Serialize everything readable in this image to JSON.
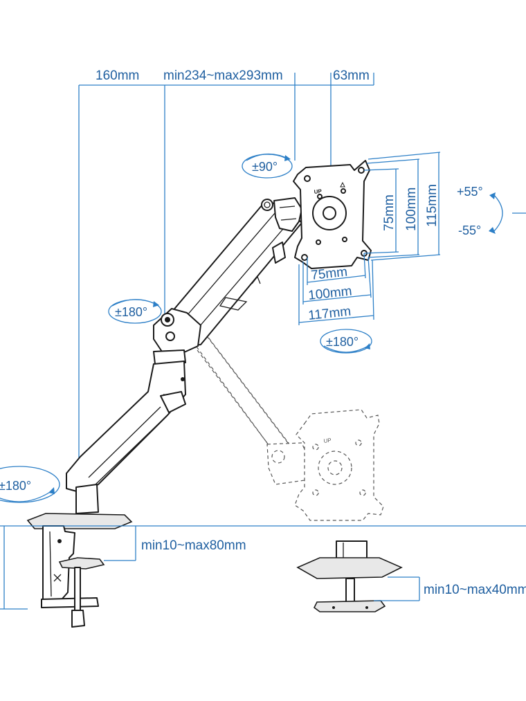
{
  "dimensions": {
    "base_offset": "160mm",
    "arm_reach": "min234~max293mm",
    "head_offset": "63mm",
    "vesa_h_75": "75mm",
    "vesa_h_100": "100mm",
    "vesa_h_117": "117mm",
    "vesa_v_75": "75mm",
    "vesa_v_100": "100mm",
    "vesa_v_115": "115mm",
    "clamp_thickness": "min10~max80mm",
    "grommet_thickness": "min10~max40mm"
  },
  "rotations": {
    "head_swivel": "±90°",
    "tilt_up": "+55°",
    "tilt_down": "-55°",
    "elbow": "±180°",
    "screen_rotation": "±180°",
    "base": "±180°"
  },
  "plate_label": "UP",
  "ghost_plate_label": "UP",
  "colors": {
    "dimension_line": "#2c7fc7",
    "dimension_text": "#1f5fa0",
    "outline": "#1a1a1a"
  }
}
